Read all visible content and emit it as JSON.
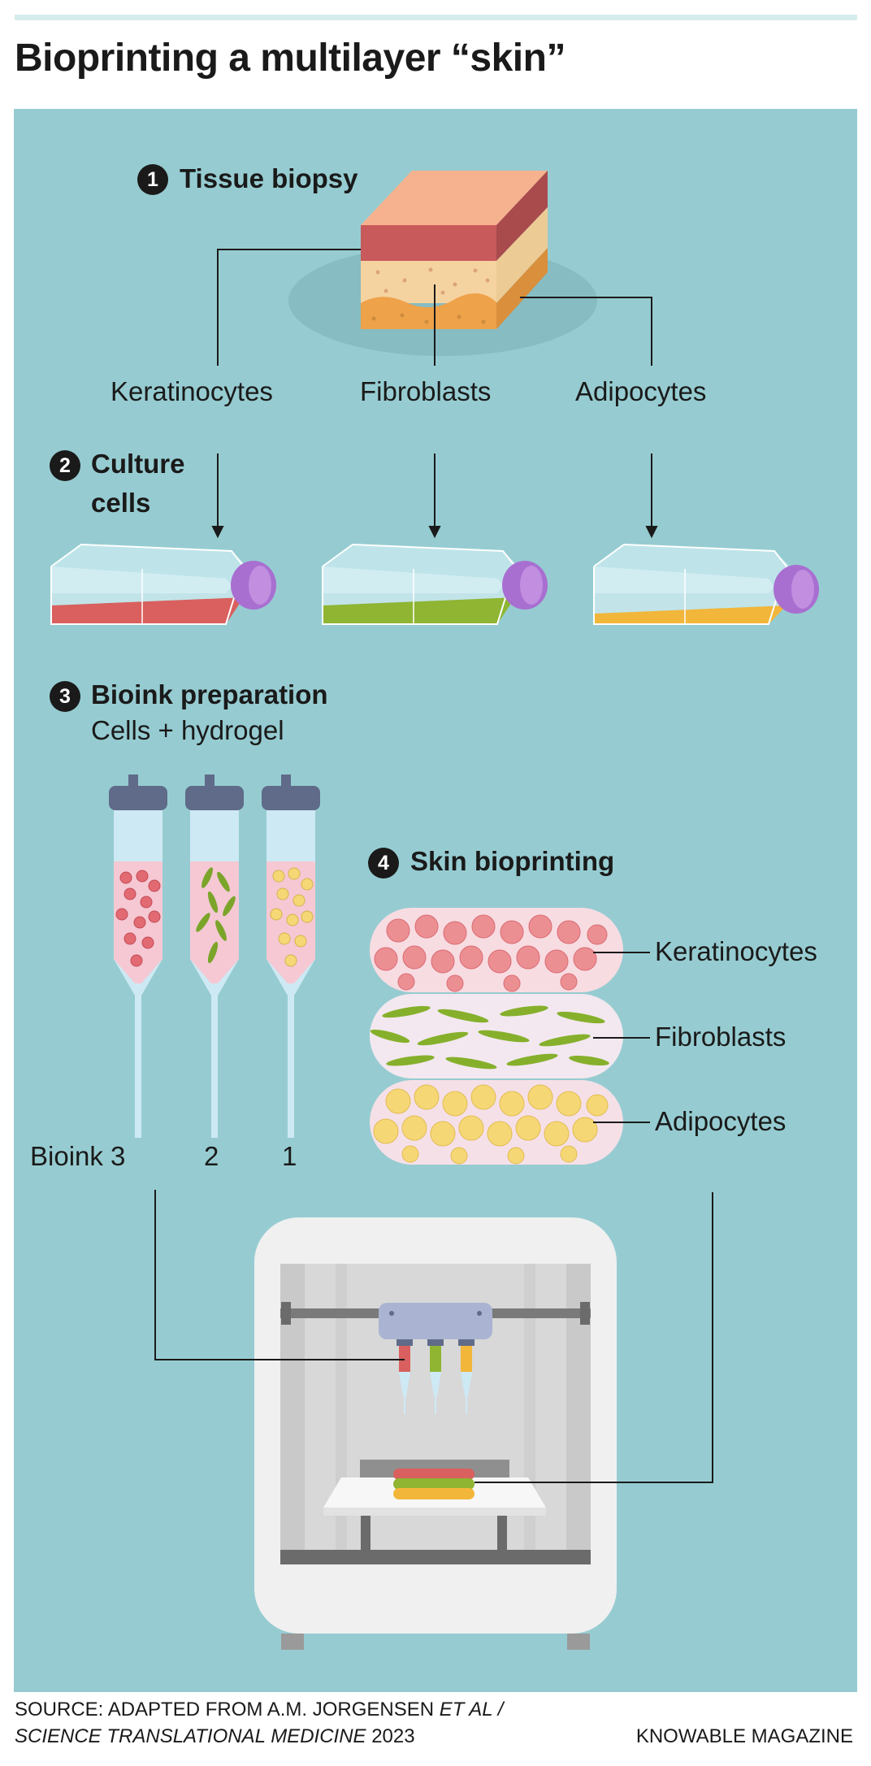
{
  "title": "Bioprinting a multilayer “skin”",
  "steps": [
    {
      "number": "1",
      "label": "Tissue biopsy"
    },
    {
      "number": "2",
      "label_line1": "Culture",
      "label_line2": "cells"
    },
    {
      "number": "3",
      "label": "Bioink preparation",
      "sublabel": "Cells + hydrogel"
    },
    {
      "number": "4",
      "label": "Skin bioprinting"
    }
  ],
  "cell_types": [
    "Keratinocytes",
    "Fibroblasts",
    "Adipocytes"
  ],
  "bioink_labels": [
    "Bioink 3",
    "2",
    "1"
  ],
  "layer_labels": [
    "Keratinocytes",
    "Fibroblasts",
    "Adipocytes"
  ],
  "colors": {
    "background_panel": "#96ccd1",
    "keratinocytes": "#d9605e",
    "fibroblasts": "#8fb533",
    "adipocytes": "#f2b63a",
    "cap": "#a86fd1"
  },
  "footer": {
    "source_prefix": "SOURCE: ADAPTED FROM A.M. JORGENSEN ",
    "source_italic": "ET AL /",
    "journal": "SCIENCE TRANSLATIONAL MEDICINE",
    "year": " 2023",
    "brand": "KNOWABLE MAGAZINE"
  }
}
